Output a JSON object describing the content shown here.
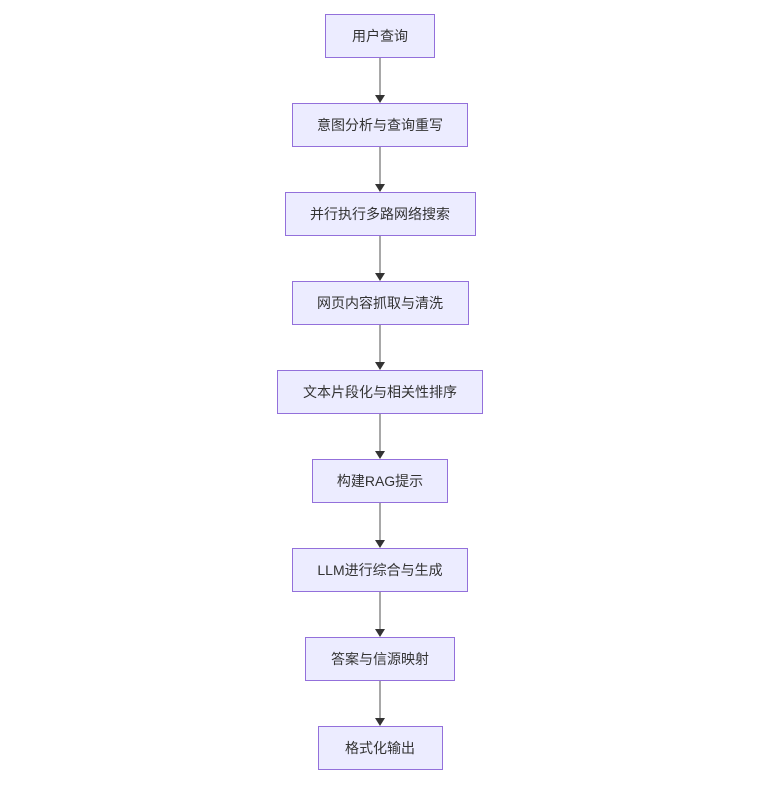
{
  "diagram": {
    "type": "flowchart",
    "direction": "top-down",
    "colors": {
      "background": "#FFFFFF",
      "node_fill": "#ECECFF",
      "node_border": "#9370DB",
      "node_text": "#333333",
      "edge_line": "#A8A8A8",
      "edge_arrowhead": "#333333"
    },
    "nodes": [
      {
        "id": "user-query",
        "label": "用户查询"
      },
      {
        "id": "intent-analysis-query-rewrite",
        "label": "意图分析与查询重写"
      },
      {
        "id": "parallel-multi-web-search",
        "label": "并行执行多路网络搜索"
      },
      {
        "id": "web-content-scrape-clean",
        "label": "网页内容抓取与清洗"
      },
      {
        "id": "text-chunk-relevance-rank",
        "label": "文本片段化与相关性排序"
      },
      {
        "id": "build-rag-prompt",
        "label": "构建RAG提示"
      },
      {
        "id": "llm-synthesis-generation",
        "label": "LLM进行综合与生成"
      },
      {
        "id": "answer-source-mapping",
        "label": "答案与信源映射"
      },
      {
        "id": "formatted-output",
        "label": "格式化输出"
      }
    ],
    "edges": [
      {
        "from": "user-query",
        "to": "intent-analysis-query-rewrite"
      },
      {
        "from": "intent-analysis-query-rewrite",
        "to": "parallel-multi-web-search"
      },
      {
        "from": "parallel-multi-web-search",
        "to": "web-content-scrape-clean"
      },
      {
        "from": "web-content-scrape-clean",
        "to": "text-chunk-relevance-rank"
      },
      {
        "from": "text-chunk-relevance-rank",
        "to": "build-rag-prompt"
      },
      {
        "from": "build-rag-prompt",
        "to": "llm-synthesis-generation"
      },
      {
        "from": "llm-synthesis-generation",
        "to": "answer-source-mapping"
      },
      {
        "from": "answer-source-mapping",
        "to": "formatted-output"
      }
    ]
  }
}
